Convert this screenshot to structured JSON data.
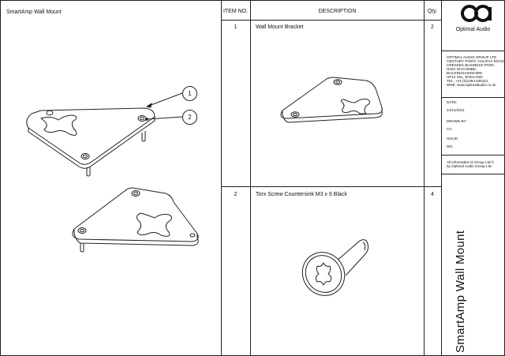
{
  "drawing_title": "SmartAmp Wall Mount",
  "table": {
    "headers": {
      "item": "ITEM NO.",
      "description": "DESCRIPTION",
      "qty": "Qty."
    },
    "rows": [
      {
        "item": "1",
        "description": "Wall Mount Bracket",
        "qty": "2"
      },
      {
        "item": "2",
        "description": "Torx Screw Countersink M3 x 6 Black",
        "qty": "4"
      }
    ]
  },
  "callouts": [
    "1",
    "2"
  ],
  "company": {
    "brand": "Optimal Audio",
    "address_lines": [
      "OPTIMAL AUDIO GROUP LTD",
      "CENTURY POINT, HALIFAX ROAD",
      "CRESSEX BUSINESS PARK,",
      "HIGH WYCOMBE,",
      "BUCKINGHAMSHIRE",
      "HP12 3SL, ENGLAND",
      "TEL: +44 (0)1494 535312",
      "WEB: www.optimalaudio.co.uk"
    ]
  },
  "meta": {
    "date_label": "DATE:",
    "date_value": "24/11/2021",
    "drawn_by_label": "DRAWN BY:",
    "drawn_by_value": "CC",
    "issue_label": "ISSUE:",
    "issue_value": "001",
    "copyright": [
      "All information is Group Ltd ©",
      "by Optimal Audio Group Ltd."
    ]
  },
  "side_title": "SmartAmp Wall Mount"
}
